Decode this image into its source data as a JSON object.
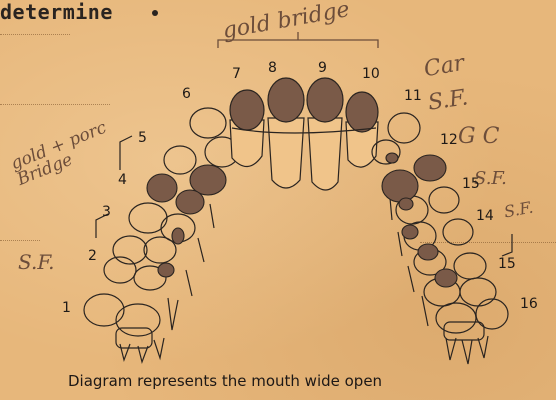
{
  "typed_text": "determine",
  "annotations": {
    "gold_bridge_top": "gold bridge",
    "gold_porc_bridge": "gold + porc Bridge",
    "car": "Car",
    "sf_upper_right": "S.F.",
    "gc": "G C",
    "sf_right_15": "S.F.",
    "sf_right_14": "S.F.",
    "sf_left": "S.F."
  },
  "tooth_numbers": {
    "upper_left": [
      "1",
      "2",
      "3",
      "4",
      "5",
      "6"
    ],
    "upper_front": [
      "7",
      "8",
      "9",
      "10"
    ],
    "right_side": [
      "11",
      "12",
      "15",
      "14",
      "15",
      "16"
    ]
  },
  "caption": "Diagram represents the mouth wide open",
  "colors": {
    "paper": "#e7b77b",
    "filled_tooth": "#7a5a48",
    "outline": "#2a2420"
  }
}
